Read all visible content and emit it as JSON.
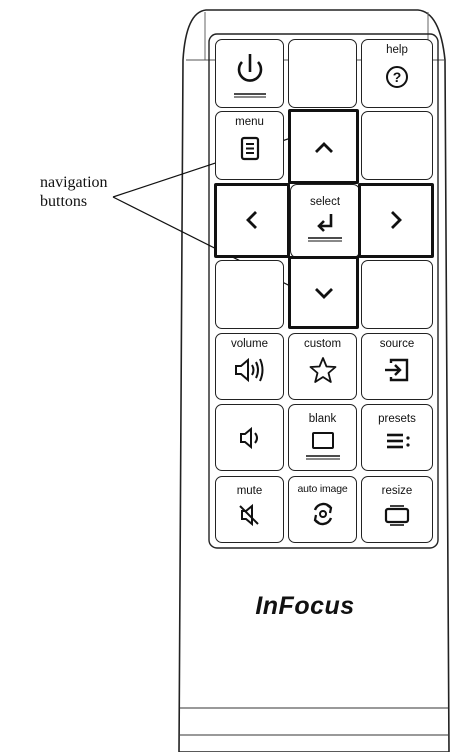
{
  "callout": {
    "line1": "navigation",
    "line2": "buttons"
  },
  "buttons": {
    "power": {
      "icon": "power-icon"
    },
    "blank_top": {},
    "help": {
      "label": "help",
      "icon": "question-circle-icon"
    },
    "menu": {
      "label": "menu",
      "icon": "menu-list-icon"
    },
    "up": {
      "icon": "chevron-up-icon"
    },
    "left": {
      "icon": "chevron-left-icon"
    },
    "select": {
      "label": "select",
      "icon": "enter-arrow-icon"
    },
    "right": {
      "icon": "chevron-right-icon"
    },
    "down": {
      "icon": "chevron-down-icon"
    },
    "volume": {
      "label": "volume",
      "icon": "speaker-loud-icon"
    },
    "custom": {
      "label": "custom",
      "icon": "star-icon"
    },
    "source": {
      "label": "source",
      "icon": "source-input-icon"
    },
    "volume_down": {
      "icon": "speaker-quiet-icon"
    },
    "blank": {
      "label": "blank",
      "icon": "blank-screen-icon"
    },
    "presets": {
      "label": "presets",
      "icon": "presets-list-icon"
    },
    "mute": {
      "label": "mute",
      "icon": "speaker-mute-icon"
    },
    "auto_image": {
      "label": "auto image",
      "icon": "auto-image-icon"
    },
    "resize": {
      "label": "resize",
      "icon": "resize-icon"
    }
  },
  "brand": "InFocus"
}
